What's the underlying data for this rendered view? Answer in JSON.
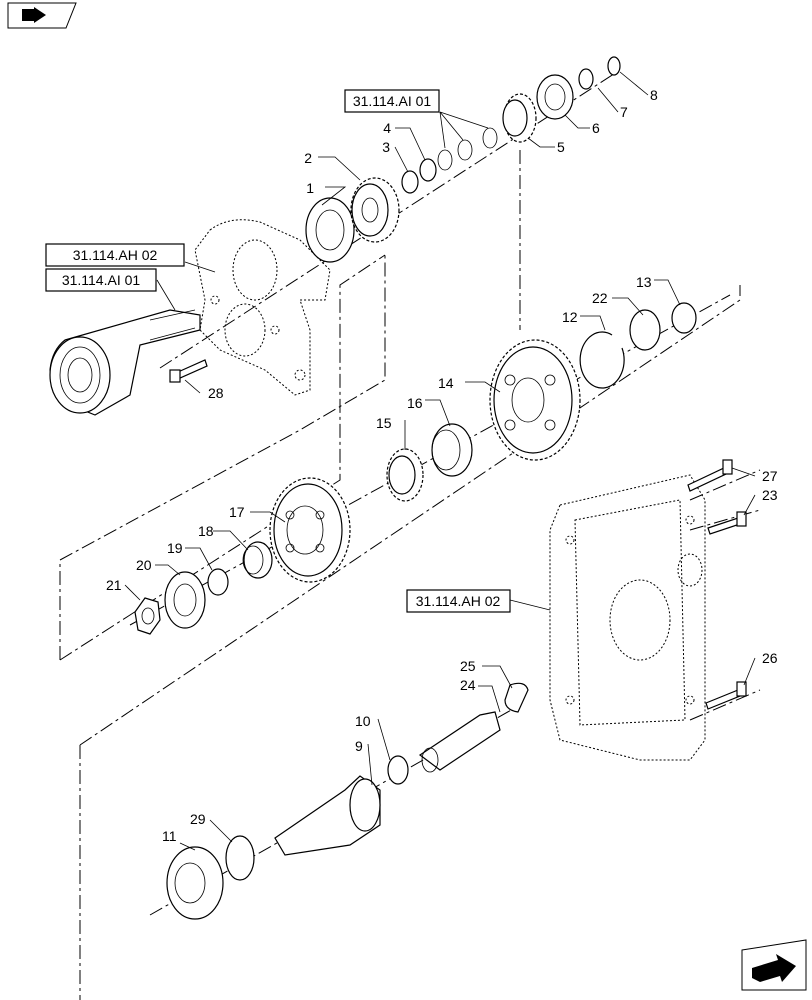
{
  "nav": {
    "top_icon": "arrow-in-box-icon",
    "bottom_icon": "arrow-in-box-icon"
  },
  "references": {
    "top_right": "31.114.AI 01",
    "left_upper": "31.114.AH 02",
    "left_lower": "31.114.AI 01",
    "right_mid": "31.114.AH 02"
  },
  "callouts": {
    "c1": "1",
    "c2": "2",
    "c3": "3",
    "c4": "4",
    "c5": "5",
    "c6": "6",
    "c7": "7",
    "c8": "8",
    "c9": "9",
    "c10": "10",
    "c11": "11",
    "c12": "12",
    "c13": "13",
    "c14": "14",
    "c15": "15",
    "c16": "16",
    "c17": "17",
    "c18": "18",
    "c19": "19",
    "c20": "20",
    "c21": "21",
    "c22": "22",
    "c23": "23",
    "c24": "24",
    "c25": "25",
    "c26": "26",
    "c27": "27",
    "c28": "28",
    "c29": "29"
  }
}
